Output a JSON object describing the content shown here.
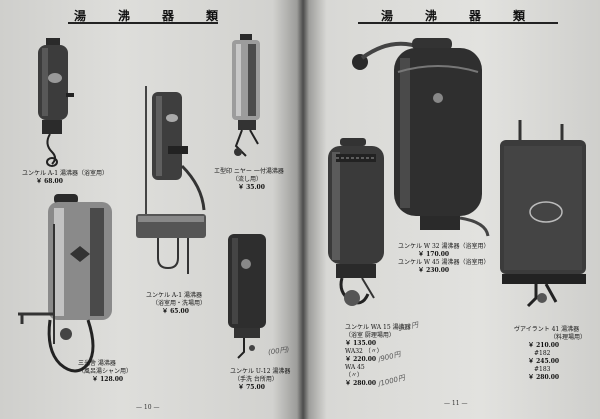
{
  "left_page": {
    "title": "湯　沸　器　類",
    "items": [
      {
        "name": "ユンケル A-1 湯沸器（浴室用）",
        "price": "￥ 68.00"
      },
      {
        "name": "エ型印 ニヤー 一付湯沸器",
        "detail": "（流し用）",
        "price": "￥ 35.00"
      },
      {
        "name": "ユンケル A-1 湯沸器",
        "detail": "（浴室用・洗場用）",
        "price": "￥ 65.00"
      },
      {
        "name": "三光舎 湯沸器",
        "detail": "（風呂湯シャン用）",
        "price": "￥ 128.00"
      },
      {
        "name": "ユンケル U-12 湯沸器",
        "detail": "（手洗 台所用）",
        "price": "￥ 75.00"
      }
    ],
    "page_number": "— 10 —"
  },
  "right_page": {
    "title": "湯　沸　器　類",
    "items": [
      {
        "name": "ユンケル W 32 湯沸器（浴室用）",
        "price": "￥ 170.00"
      },
      {
        "name": "ユンケル W 45 湯沸器（浴室用）",
        "price": "￥ 230.00"
      },
      {
        "name": "ユンケル WA 15 湯沸器",
        "detail": "（浴室 厨理場用）",
        "prices": [
          "￥ 135.00",
          "WA32 （〃）",
          "￥ 220.00",
          "WA 45",
          "（〃）",
          "￥ 280.00"
        ]
      },
      {
        "name": "ヴアイラント 41 湯沸器",
        "detail": "（料理場用）",
        "prices": [
          "￥ 210.00",
          "#182",
          "￥ 245.00",
          "#183",
          "￥ 280.00"
        ]
      }
    ],
    "page_number": "— 11 —"
  },
  "handwritten_notes": [
    "(00円)",
    "902円",
    "/900円",
    "/1000円"
  ]
}
